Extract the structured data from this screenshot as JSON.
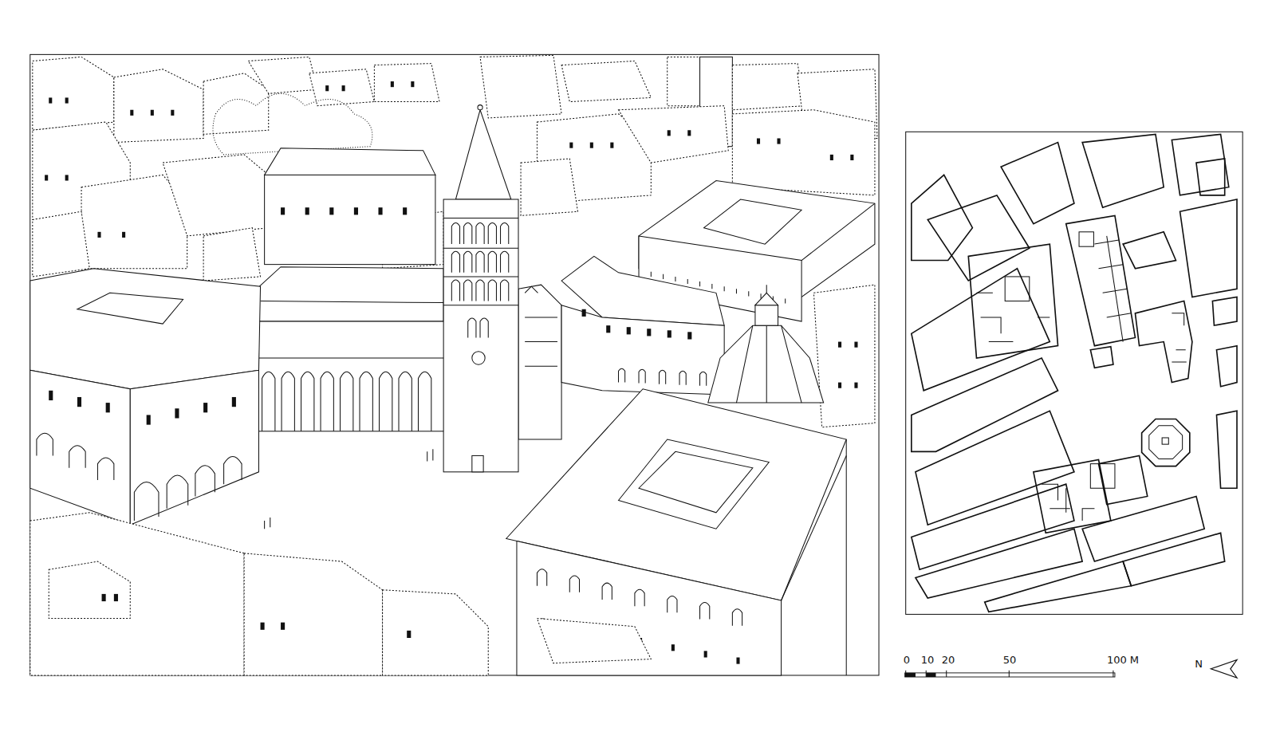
{
  "diagram": {
    "labels": [
      "0",
      "10",
      "20",
      "50",
      "100 M",
      "N"
    ]
  }
}
